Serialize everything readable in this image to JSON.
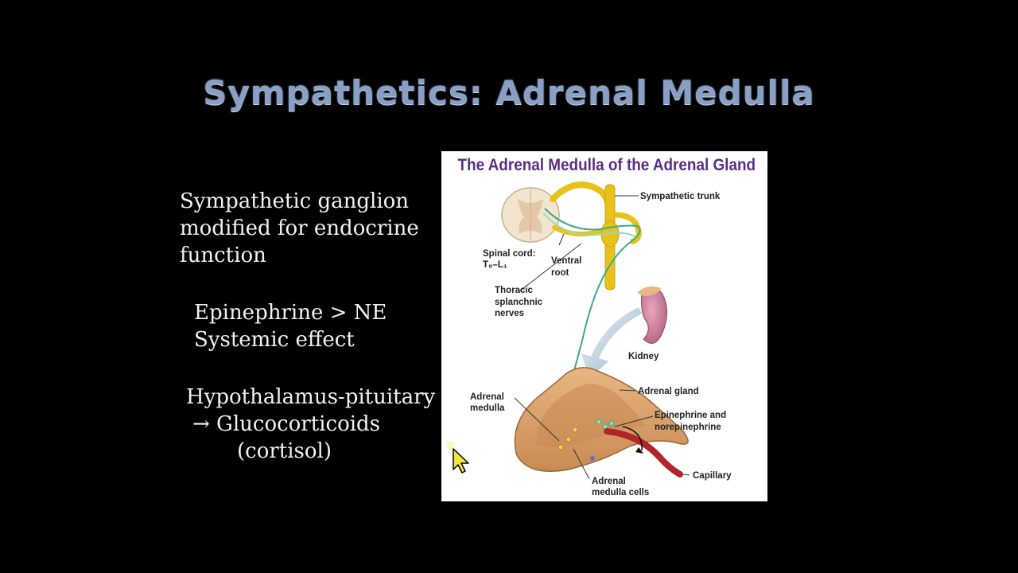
{
  "slide": {
    "title": "Sympathetics: Adrenal Medulla"
  },
  "bullets": {
    "b1": [
      "Sympathetic ganglion",
      "modified for endocrine",
      "function"
    ],
    "b2": [
      "Epinephrine > NE",
      "Systemic effect"
    ],
    "b3": [
      "Hypothalamus-pituitary",
      "→ Glucocorticoids",
      "(cortisol)"
    ]
  },
  "figure": {
    "title": "The Adrenal Medulla of the Adrenal Gland",
    "labels": {
      "sympathetic_trunk": "Sympathetic trunk",
      "spinal_cord": "Spinal cord:",
      "spinal_segments": "T₈–L₁",
      "ventral_root_1": "Ventral",
      "ventral_root_2": "root",
      "thoracic_1": "Thoracic",
      "thoracic_2": "splanchnic",
      "thoracic_3": "nerves",
      "kidney": "Kidney",
      "adrenal_medulla_1": "Adrenal",
      "adrenal_medulla_2": "medulla",
      "adrenal_gland": "Adrenal gland",
      "epi_1": "Epinephrine and",
      "epi_2": "norepinephrine",
      "capillary": "Capillary",
      "medulla_cells_1": "Adrenal",
      "medulla_cells_2": "medulla cells"
    }
  },
  "colors": {
    "title": "#8a9fc4",
    "figure_title": "#5a2d86",
    "nerve": "#3aaa8c",
    "trunk": "#e8c21a",
    "kidney": "#c87a96",
    "gland": "#d9a06a",
    "vessel": "#b0242a"
  },
  "icons": {
    "cursor": "mouse-pointer-icon"
  }
}
